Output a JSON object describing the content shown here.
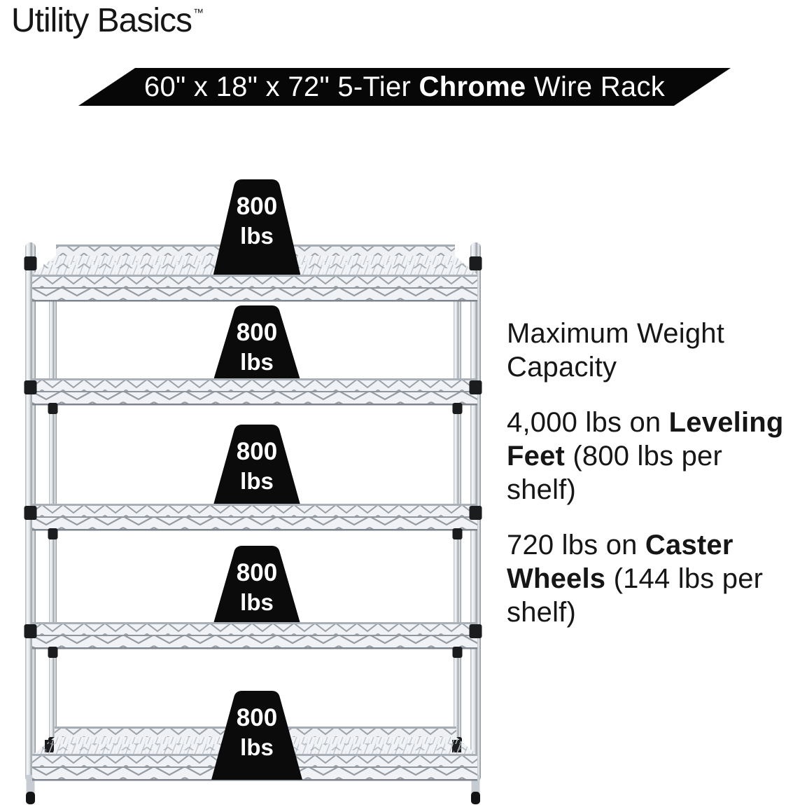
{
  "brand": {
    "name": "Utility Basics",
    "trademark": "™"
  },
  "banner": {
    "text_prefix": "60\" x 18\" x 72\" 5-Tier ",
    "text_bold": "Chrome",
    "text_suffix": " Wire Rack"
  },
  "capacity": {
    "heading": "Maximum Weight Capacity",
    "leveling": {
      "prefix": "4,000 lbs on ",
      "bold": "Leveling Feet",
      "suffix": " (800 lbs per shelf)"
    },
    "caster": {
      "prefix": "720 lbs on ",
      "bold": "Caster Wheels",
      "suffix": " (144 lbs per shelf)"
    }
  },
  "rack": {
    "tiers": 5
  },
  "weights": [
    {
      "value": "800",
      "unit": "lbs"
    },
    {
      "value": "800",
      "unit": "lbs"
    },
    {
      "value": "800",
      "unit": "lbs"
    },
    {
      "value": "800",
      "unit": "lbs"
    },
    {
      "value": "800",
      "unit": "lbs"
    }
  ],
  "colors": {
    "background": "#ffffff",
    "banner_bg": "#070707",
    "banner_text": "#ffffff",
    "weight_bg": "#0b0b0b",
    "weight_text": "#ffffff",
    "body_text": "#161616",
    "chrome_light": "#f1f3f6",
    "chrome_mid": "#c6ccd2",
    "chrome_dark": "#8a9198",
    "hardware_black": "#17191b"
  }
}
